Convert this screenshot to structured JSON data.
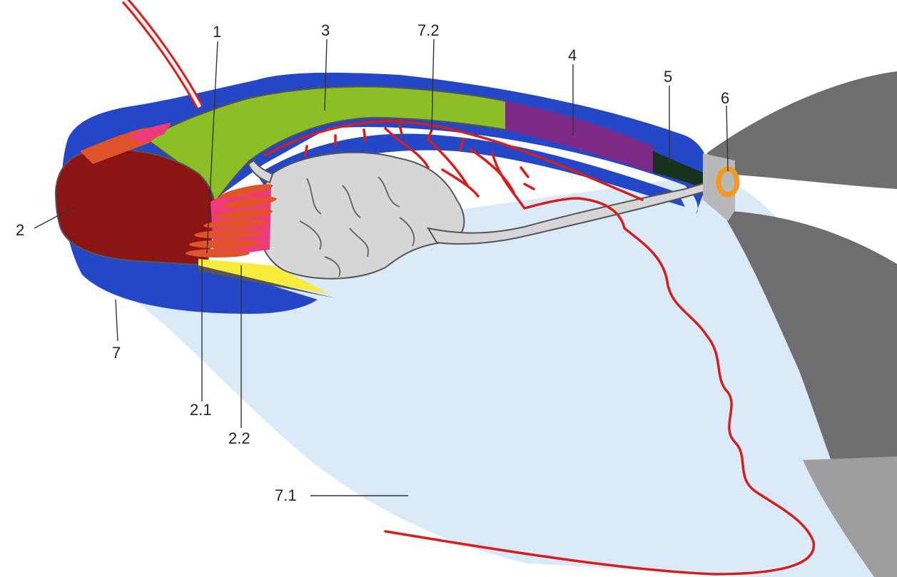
{
  "labels": {
    "l1": "1",
    "l2": "2",
    "l2_1": "2.1",
    "l2_2": "2.2",
    "l3": "3",
    "l4": "4",
    "l5": "5",
    "l6": "6",
    "l7": "7",
    "l7_1": "7.1",
    "l7_2": "7.2"
  },
  "colors": {
    "blue_layer": "#2447c8",
    "green_region": "#8cbf26",
    "dark_red_region": "#8b1414",
    "orange_muscle": "#e0522a",
    "pink_region": "#ee3a7a",
    "yellow_region": "#f7ec3a",
    "purple_region": "#7d2a86",
    "dark_green_region": "#17321c",
    "orange_ring": "#f39a1c",
    "light_cavity": "#daeaf8",
    "grey_organ": "#d6d6d8",
    "dark_grey": "#7a7a7c",
    "vessel_red": "#d61e1e"
  }
}
